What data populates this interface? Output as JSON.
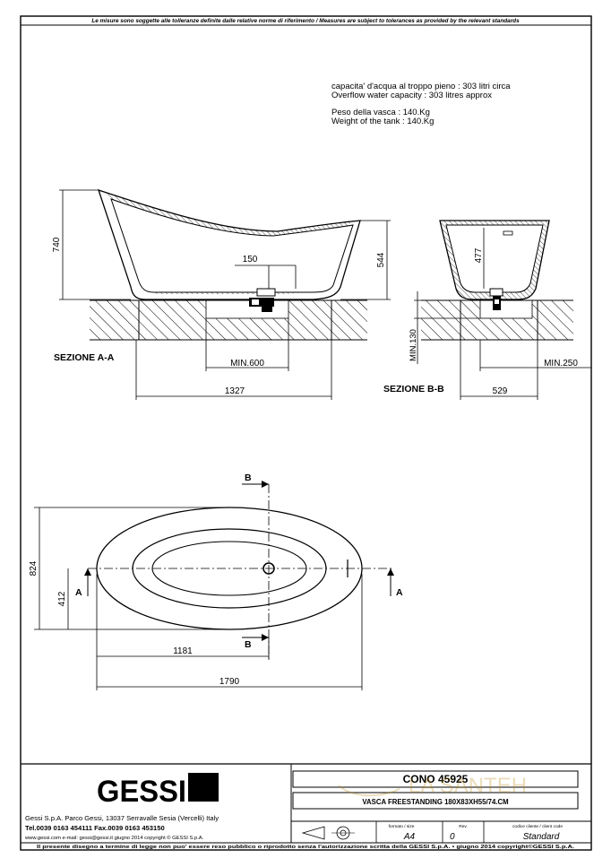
{
  "header": {
    "notice": "Le misure sono soggette alle tolleranze definite dalle relative norme di riferimento / Measures are subject to tolerances as provided by the relevant standards"
  },
  "info": {
    "capacity_it": "capacita' d'acqua al troppo pieno : 303 litri circa",
    "capacity_en": "Overflow water capacity : 303 litres approx",
    "weight_it": "Peso della vasca : 140.Kg",
    "weight_en": "Weight of the tank : 140.Kg"
  },
  "section_aa": {
    "label": "SEZIONE A-A",
    "dim_height": "740",
    "dim_inner": "544",
    "dim_drain": "150",
    "dim_min": "MIN.600",
    "dim_length": "1327"
  },
  "section_bb": {
    "label": "SEZIONE B-B",
    "dim_inner": "477",
    "dim_min_height": "MIN.130",
    "dim_min": "MIN.250",
    "dim_width": "529"
  },
  "plan": {
    "cut_b_top": "B",
    "cut_b_bottom": "B",
    "cut_a_left": "A",
    "cut_a_right": "A",
    "dim_width": "824",
    "dim_half": "412",
    "dim_drain": "1181",
    "dim_length": "1790"
  },
  "title_block": {
    "brand": "GESSI",
    "company": "Gessi S.p.A. Parco Gessi, 13037 Serravalle Sesia (Vercelli) Italy",
    "phone": "Tel.0039 0163 454111 Fax.0039 0163 453150",
    "web": "www.gessi.com  e-mail: gessi@gessi.it   giugno 2014   copyright © GESSI S.p.A.",
    "product_code": "CONO 45925",
    "product_desc": "VASCA FREESTANDING 180X83XH55/74.CM",
    "format_label": "formato / size",
    "format_value": "A4",
    "rev_label": "Rev.",
    "rev_value": "0",
    "client_label": "codice cliente / client code",
    "client_value": "Standard",
    "footer": "Il presente disegno a termine di legge non puo' essere reso pubblico o riprodotto senza l'autorizzazione scritta della GESSI S.p.A. • giugno 2014 copyright©GESSI S.p.A."
  },
  "watermark": "LA SANTEH"
}
